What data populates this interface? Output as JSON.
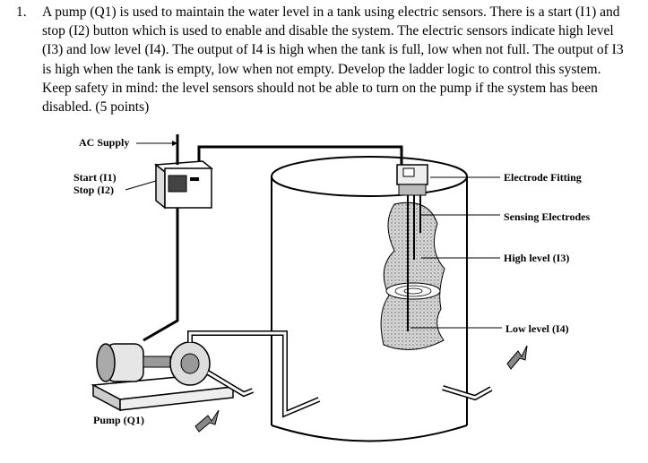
{
  "question": {
    "number": "1.",
    "text": "A pump (Q1) is used to maintain the water level in a tank using electric sensors.  There is a start (I1) and stop (I2) button which is used to enable and disable the system.  The electric sensors indicate high level (I3) and low level (I4).  The output of I4 is high when the tank is full, low when not full.  The output of I3 is high when the tank is empty, low when not empty.  Develop the ladder logic to control this system.  Keep safety in mind: the level sensors should not be able to turn on the pump if the system has been disabled. (5 points)"
  },
  "figure": {
    "labels": {
      "ac_supply": "AC Supply",
      "start": "Start (I1)",
      "stop": "Stop (I2)",
      "electrode_fitting": "Electrode Fitting",
      "sensing_electrodes": "Sensing Electrodes",
      "high_level": "High level (I3)",
      "low_level": "Low level (I4)",
      "pump": "Pump (Q1)"
    }
  }
}
